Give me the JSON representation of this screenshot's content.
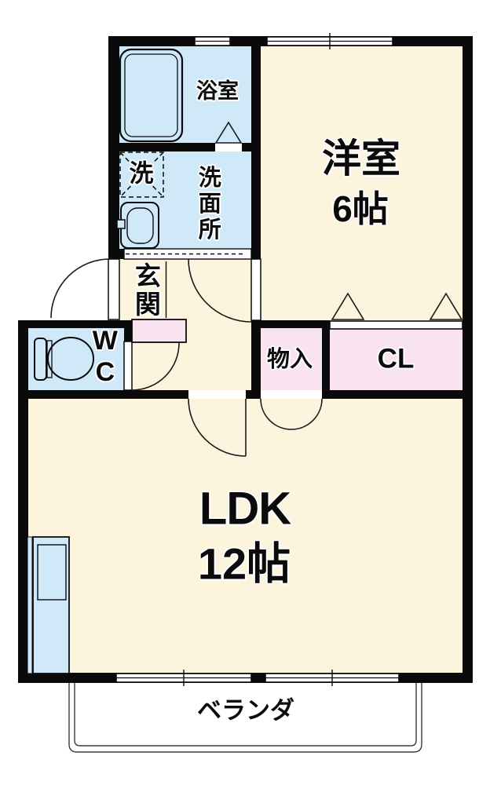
{
  "plan": {
    "type": "japanese-apartment-floorplan",
    "colors": {
      "floor_cream": "#fdf4de",
      "wet_area_blue": "#cfe9f8",
      "closet_pink": "#f9e3f0",
      "wall_black": "#0a0a0a",
      "background": "#ffffff"
    },
    "rooms": {
      "bathroom": {
        "label": "浴室"
      },
      "laundry": {
        "label": "洗"
      },
      "washroom": {
        "label": "洗面所"
      },
      "western_room": {
        "label": "洋室",
        "size": "6帖"
      },
      "entrance": {
        "label": "玄関"
      },
      "toilet": {
        "label": "WC"
      },
      "storage": {
        "label": "物入"
      },
      "closet": {
        "label": "CL"
      },
      "ldk": {
        "label": "LDK",
        "size": "12帖"
      },
      "veranda": {
        "label": "ベランダ"
      }
    }
  }
}
